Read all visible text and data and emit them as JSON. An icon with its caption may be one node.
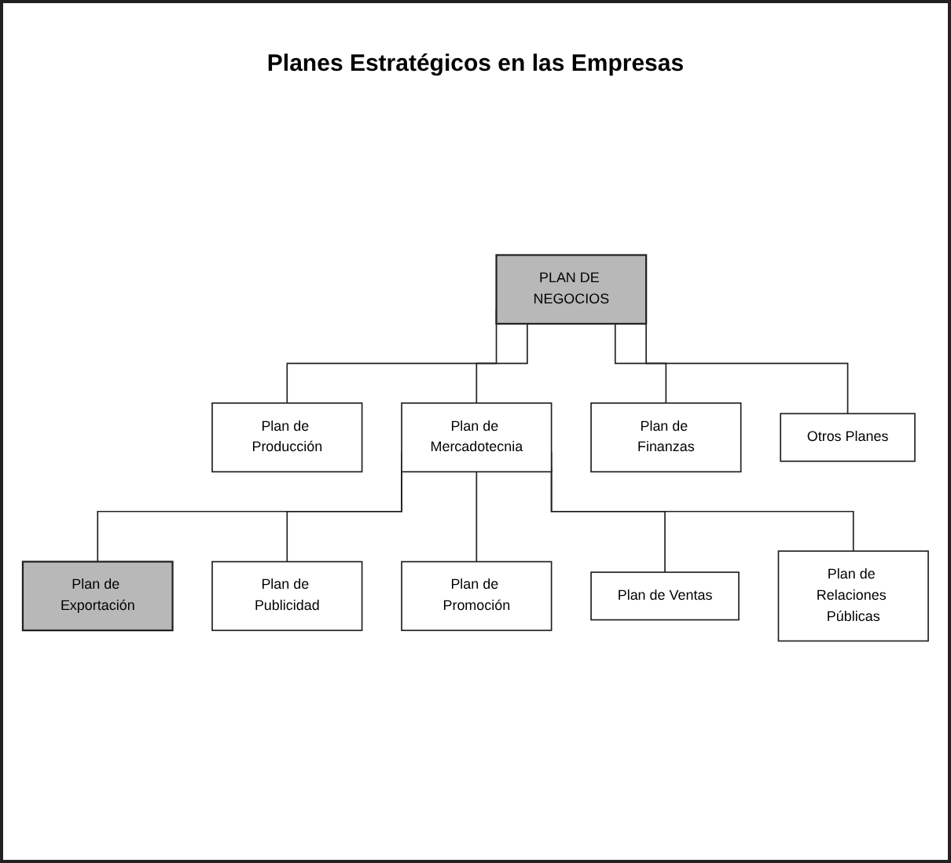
{
  "diagram": {
    "title": "Planes Estratégicos en las Empresas",
    "nodes": [
      {
        "text": [
          "PLAN DE NEGOCIOS"
        ]
      },
      {
        "text": [
          "Plan de Producción"
        ]
      },
      {
        "text": [
          "Plan de Mercadotecnia"
        ]
      },
      {
        "text": [
          "Plan de Finanzas"
        ]
      },
      {
        "text": [
          "Otros Planes"
        ]
      },
      {
        "text": [
          "Plan de Exportación"
        ]
      },
      {
        "text": [
          "Plan de Publicidad"
        ]
      },
      {
        "text": [
          "Plan de Promoción"
        ]
      },
      {
        "text": [
          "Plan de Ventas"
        ]
      },
      {
        "text": [
          "Plan de Relaciones Públicas"
        ]
      }
    ],
    "edges": [
      {
        "from": 0,
        "to": 1,
        "arrow": "none"
      },
      {
        "from": 0,
        "to": 2,
        "arrow": "none"
      },
      {
        "from": 0,
        "to": 3,
        "arrow": "none"
      },
      {
        "from": 0,
        "to": 4,
        "arrow": "none"
      },
      {
        "from": 2,
        "to": 5,
        "arrow": "none"
      },
      {
        "from": 2,
        "to": 6,
        "arrow": "none"
      },
      {
        "from": 2,
        "to": 7,
        "arrow": "none"
      },
      {
        "from": 2,
        "to": 8,
        "arrow": "none"
      },
      {
        "from": 2,
        "to": 9,
        "arrow": "none"
      }
    ]
  }
}
